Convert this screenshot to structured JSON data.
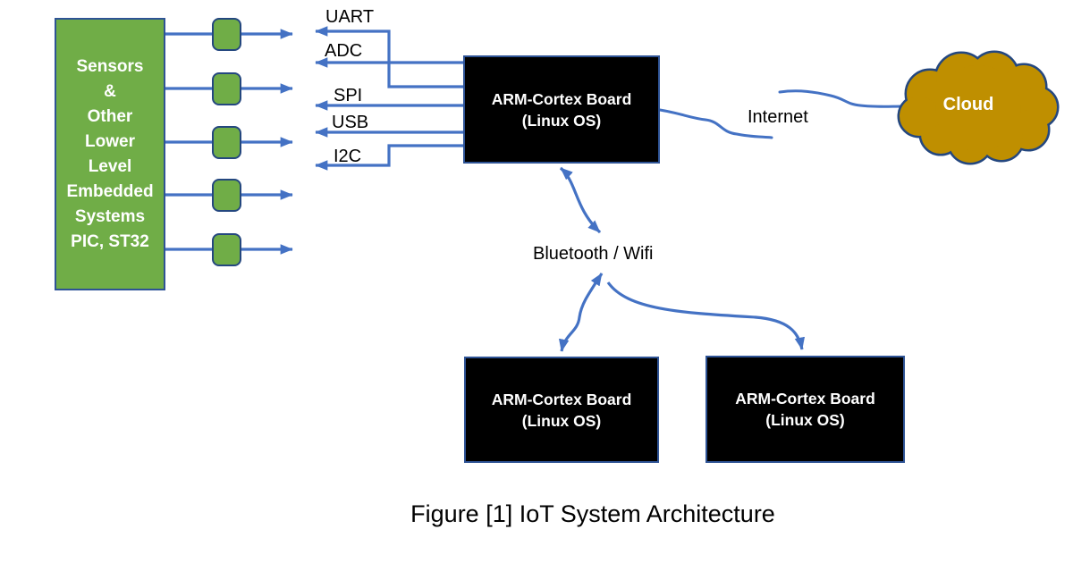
{
  "colors": {
    "accent_blue": "#4472C4",
    "border_navy": "#2E5395",
    "chip_border": "#24477F",
    "shape_green": "#70AD47",
    "cloud_gold": "#BF8F00",
    "cloud_border": "#24477F",
    "box_black": "#000000",
    "text_white": "#FFFFFF",
    "text_black": "#000000"
  },
  "diagram": {
    "sensor_block": "Sensors\n&\nOther\nLower\nLevel\nEmbedded\nSystems\nPIC, ST32",
    "protocols": [
      "UART",
      "ADC",
      "SPI",
      "USB",
      "I2C"
    ],
    "boards": {
      "main": {
        "title": "ARM-Cortex Board",
        "subtitle": "(Linux OS)"
      },
      "left": {
        "title": "ARM-Cortex Board",
        "subtitle": "(Linux OS)"
      },
      "right": {
        "title": "ARM-Cortex Board",
        "subtitle": "(Linux OS)"
      }
    },
    "labels": {
      "internet": "Internet",
      "bluetooth": "Bluetooth / Wifi",
      "cloud": "Cloud"
    },
    "caption": "Figure [1] IoT System Architecture"
  }
}
